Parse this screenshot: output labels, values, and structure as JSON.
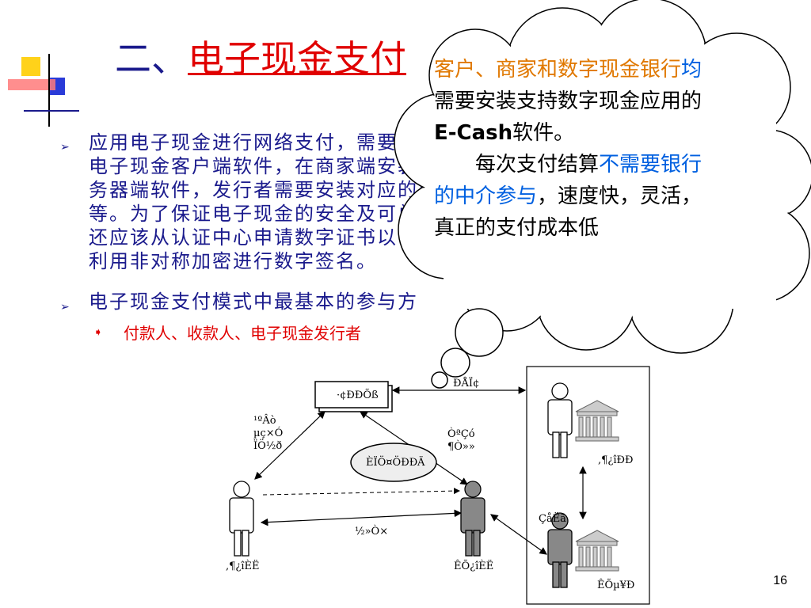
{
  "title": {
    "prefix": "二、",
    "accent": "电子现金支付"
  },
  "bullets": [
    {
      "lines": [
        "应用电子现金进行网络支付，需要在客户端安装",
        "电子现金客户端软件，在商家端安装电子现金服",
        "务器端软件，发行者需要安装对应的电子现金管理",
        "等。为了保证电子现金的安全及可兑换性，发行",
        "还应该从认证中心申请数字证书以证实自己身份，",
        "利用非对称加密进行数字签名。"
      ]
    },
    {
      "lines": [
        "电子现金支付模式中最基本的参与方"
      ]
    }
  ],
  "sub_bullet": "付款人、收款人、电子现金发行者",
  "cloud": {
    "p1_orange": "客户、商家和数字现金银行",
    "p1_blue": "均",
    "p1_black": "需要安装支持数字现金应用的",
    "p1_bold": "E-Cash",
    "p1_end": "软件。",
    "p2_indent": "每次支付结算",
    "p2_blue": "不需要银行的中介参与",
    "p2_black": "，速度快，灵活，真正的支付成本低"
  },
  "diagram": {
    "top_box": "·¢ÐÐÕß",
    "left_label": [
      "¹ºÂò",
      "µç×Ó",
      "ÏÖ½ð"
    ],
    "mid_right_label": [
      "ÒªÇó",
      "¶Ò»»"
    ],
    "ellipse": "ÈÏÖ¤ÖÐÐÄ",
    "bottom_label": "½»Ò×",
    "payer": ",¶¿îÈË",
    "payee": "ÊÕ¿îÈË",
    "top_right_label": "ÐÅÏ¢",
    "bank1": ",¶¿îÐÐ",
    "clear": "ÇåËã",
    "bank2": "ÊÕµ¥Ð"
  },
  "page_number": "16"
}
